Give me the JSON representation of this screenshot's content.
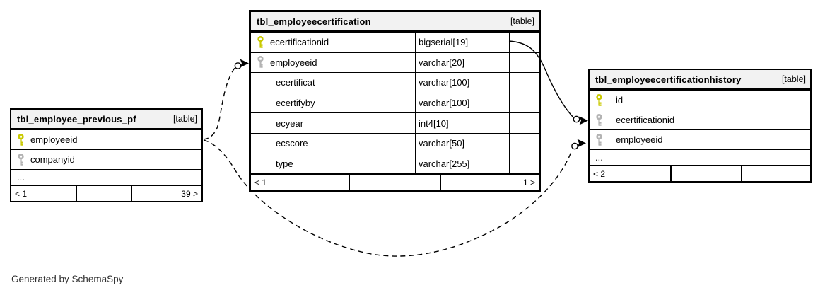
{
  "generator_note": "Generated by SchemaSpy",
  "colors": {
    "header_bg": "#f2f2f2",
    "primary_key": "#c9c900",
    "foreign_key": "#b3b3b3",
    "border": "#000000"
  },
  "tables": [
    {
      "name": "tbl_employee_previous_pf",
      "badge": "[table]",
      "rows": [
        {
          "name": "employeeid",
          "key": "primary"
        },
        {
          "name": "companyid",
          "key": "foreign"
        },
        {
          "name": "..."
        }
      ],
      "paging": {
        "left": "< 1",
        "middle": "",
        "right": "39 >"
      }
    },
    {
      "name": "tbl_employeecertification",
      "badge": "[table]",
      "rows": [
        {
          "name": "ecertificationid",
          "type": "bigserial[19]",
          "key": "primary"
        },
        {
          "name": "employeeid",
          "type": "varchar[20]",
          "key": "foreign"
        },
        {
          "name": "ecertificat",
          "type": "varchar[100]"
        },
        {
          "name": "ecertifyby",
          "type": "varchar[100]"
        },
        {
          "name": "ecyear",
          "type": "int4[10]"
        },
        {
          "name": "ecscore",
          "type": "varchar[50]"
        },
        {
          "name": "type",
          "type": "varchar[255]"
        }
      ],
      "paging": {
        "left": "< 1",
        "middle": "",
        "right": "1 >"
      }
    },
    {
      "name": "tbl_employeecertificationhistory",
      "badge": "[table]",
      "rows": [
        {
          "name": "id",
          "key": "primary"
        },
        {
          "name": "ecertificationid",
          "key": "foreign"
        },
        {
          "name": "employeeid",
          "key": "foreign"
        },
        {
          "name": "..."
        }
      ],
      "paging": {
        "left": "< 2",
        "middle": "",
        "right": ""
      }
    }
  ],
  "relationships": [
    {
      "from": "tbl_employeecertification.ecertificationid",
      "to": "tbl_employeecertificationhistory.ecertificationid",
      "style": "solid"
    },
    {
      "from": "tbl_employee_previous_pf.employeeid",
      "to": "tbl_employeecertification.employeeid",
      "style": "dashed"
    },
    {
      "from": "tbl_employee_previous_pf.employeeid",
      "to": "tbl_employeecertificationhistory.employeeid",
      "style": "dashed"
    }
  ]
}
